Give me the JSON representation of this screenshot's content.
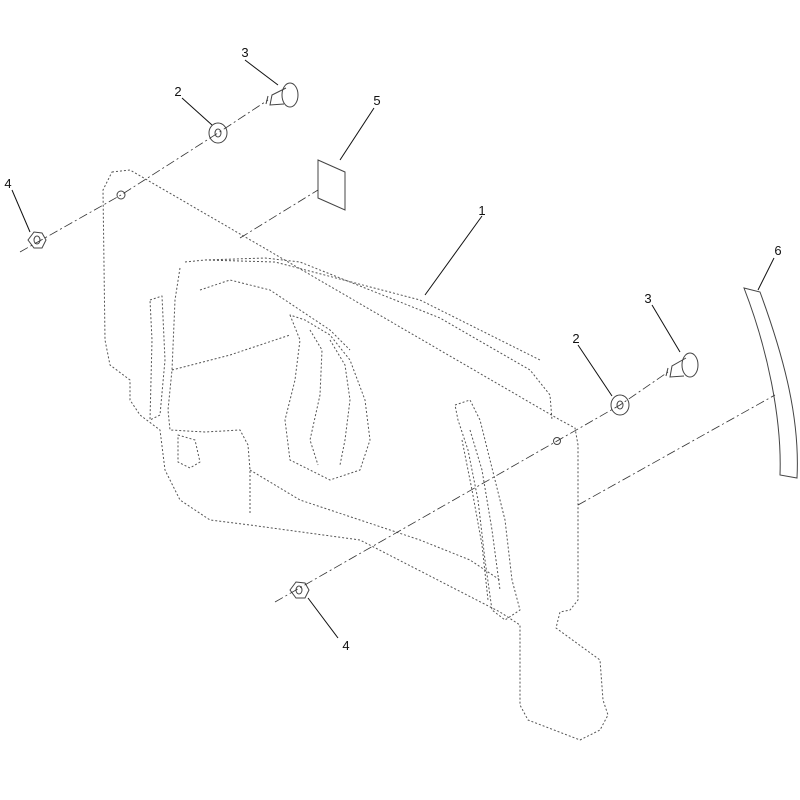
{
  "callouts": {
    "c1": "1",
    "c2a": "2",
    "c2b": "2",
    "c3a": "3",
    "c3b": "3",
    "c4a": "4",
    "c4b": "4",
    "c5": "5",
    "c6": "6"
  },
  "colors": {
    "background": "#ffffff",
    "line": "#444444",
    "text": "#111111"
  }
}
